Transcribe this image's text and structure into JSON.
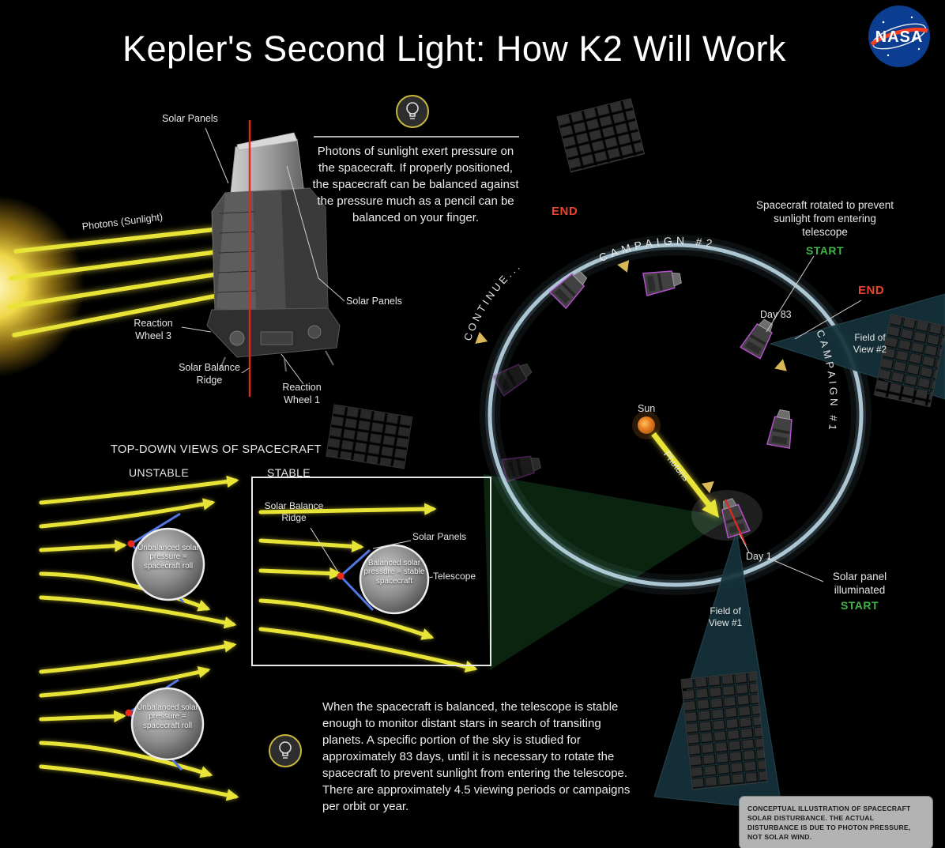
{
  "header": {
    "title": "Kepler's Second Light: How K2 Will Work",
    "nasa_logo_text": "NASA"
  },
  "spacecraft_figure": {
    "solar_panels_left_label": "Solar Panels",
    "solar_panels_right_label": "Solar Panels",
    "photons_sunlight_label": "Photons (Sunlight)",
    "reaction_wheel_3_label": "Reaction Wheel 3",
    "reaction_wheel_1_label": "Reaction Wheel 1",
    "solar_balance_ridge_label": "Solar Balance Ridge"
  },
  "pressure_note": "Photons of sunlight exert pressure on the spacecraft. If properly positioned, the spacecraft can be balanced against the pressure much as a pencil can be balanced on your finger.",
  "orbit": {
    "campaign_2_label": "CAMPAIGN #2",
    "campaign_1_label": "CAMPAIGN #1",
    "continue_label": "CONTINUE...",
    "end_top_label": "END",
    "end_right_label": "END",
    "start_top_label": "START",
    "start_bottom_label": "START",
    "rotation_note": "Spacecraft rotated to prevent sunlight from entering telescope",
    "day_83_label": "Day 83",
    "day_1_label": "Day 1",
    "sun_label": "Sun",
    "photons_label": "Photons",
    "illumination_note": "Solar panel illuminated",
    "field_of_view_1_label": "Field of View #1",
    "field_of_view_2_label": "Field of View #2"
  },
  "top_down": {
    "heading": "TOP-DOWN VIEWS OF SPACECRAFT",
    "unstable_label": "UNSTABLE",
    "stable_label": "STABLE",
    "solar_balance_ridge_label": "Solar Balance Ridge",
    "solar_panels_label": "Solar Panels",
    "telescope_label": "Telescope",
    "unbalanced_circle_text": "Unbalanced solar pressure = spacecraft roll",
    "balanced_circle_text": "Balanced solar pressure = stable spacecraft"
  },
  "balance_note": "When the spacecraft is balanced, the telescope is stable enough to monitor distant stars in search of transiting planets. A specific portion of the sky is studied for approximately 83 days, until it is necessary to rotate the spacecraft to prevent sunlight from entering the telescope. There are approximately 4.5 viewing periods or campaigns per orbit or year.",
  "disclaimer": "CONCEPTUAL ILLUSTRATION OF SPACECRAFT SOLAR DISTURBANCE. THE ACTUAL DISTURBANCE IS DUE TO PHOTON PRESSURE, NOT SOLAR WIND.",
  "colors": {
    "background": "#000000",
    "photon_yellow": "#e8e437",
    "start_green": "#3fb549",
    "end_red": "#e8432e",
    "orbit_blue": "#bcdfea",
    "nasa_blue": "#0b3d91",
    "nasa_red": "#fc3d21"
  }
}
